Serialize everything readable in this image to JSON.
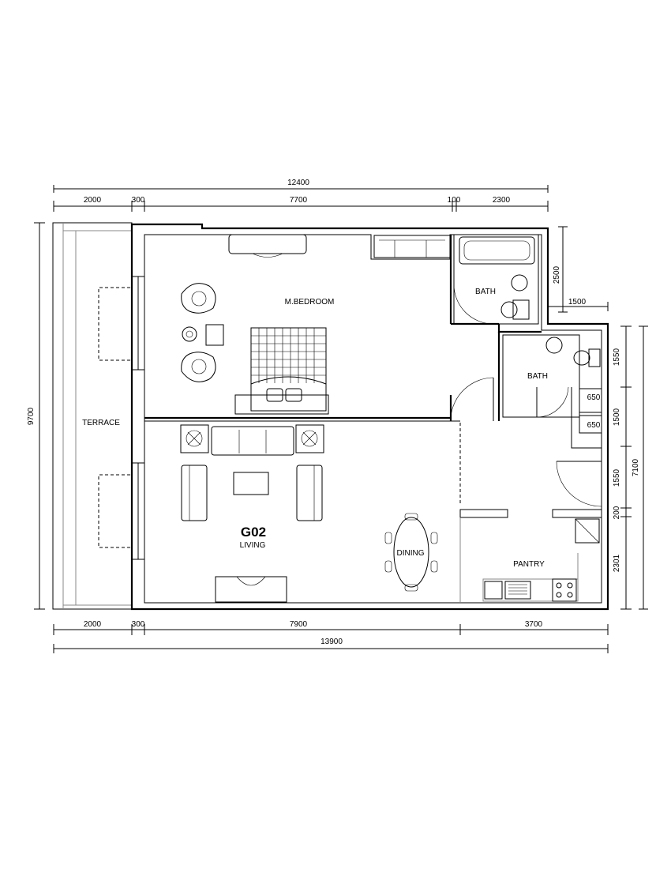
{
  "unit": {
    "code": "G02",
    "label": "LIVING"
  },
  "rooms": {
    "master_bedroom": "M.BEDROOM",
    "bath_1": "BATH",
    "bath_2": "BATH",
    "terrace": "TERRACE",
    "dining": "DINING",
    "pantry": "PANTRY"
  },
  "dimensions": {
    "top_total": "12400",
    "top_segments": [
      "2000",
      "300",
      "7700",
      "100",
      "2300"
    ],
    "bottom_segments": [
      "2000",
      "300",
      "7900",
      "3700"
    ],
    "bottom_total": "13900",
    "left_total": "9700",
    "right_upper": "2500",
    "right_step": "1500",
    "right_segments": [
      "1550",
      "1500",
      "1550",
      "200",
      "2301"
    ],
    "right_total": "7100",
    "small_boxes": [
      "650",
      "650"
    ]
  }
}
